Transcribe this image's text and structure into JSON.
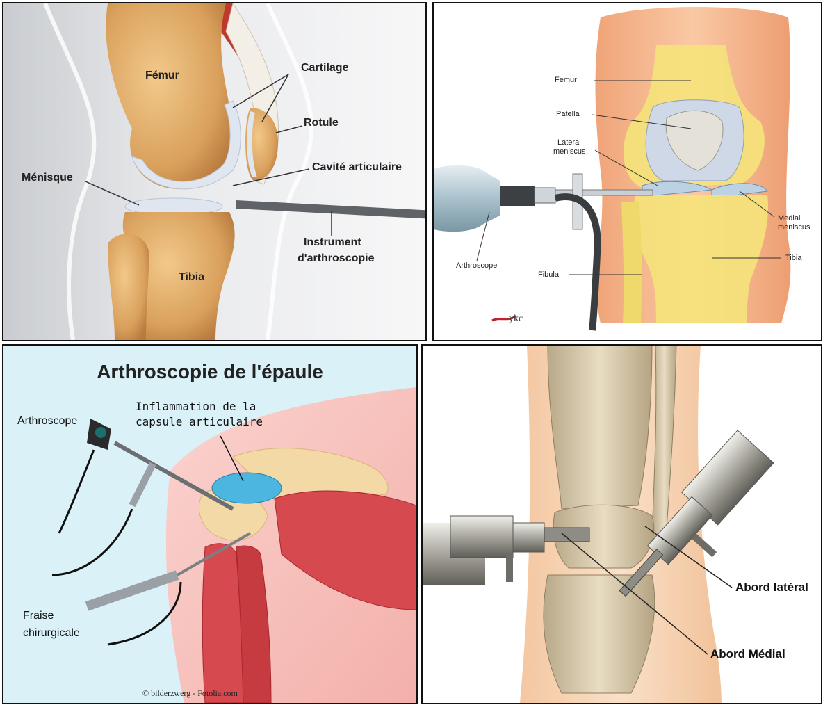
{
  "knee_fr": {
    "labels": {
      "femur": "Fémur",
      "cartilage": "Cartilage",
      "rotule": "Rotule",
      "cavite": "Cavité articulaire",
      "menisque": "Ménisque",
      "instrument_line1": "Instrument",
      "instrument_line2": "d'arthroscopie",
      "tibia": "Tibia"
    }
  },
  "knee_en": {
    "labels": {
      "femur": "Femur",
      "patella": "Patella",
      "lateral_line1": "Lateral",
      "lateral_line2": "meniscus",
      "medial_line1": "Medial",
      "medial_line2": "meniscus",
      "arthroscope": "Arthroscope",
      "fibula": "Fibula",
      "tibia": "Tibia",
      "logo": "ykc"
    }
  },
  "shoulder": {
    "title": "Arthroscopie de l'épaule",
    "labels": {
      "arthroscope": "Arthroscope",
      "inflammation_line1": "Inflammation de la",
      "inflammation_line2": "capsule articulaire",
      "fraise_line1": "Fraise",
      "fraise_line2": "chirurgicale"
    },
    "credit": "© bilderzwerg - Fotolia.com"
  },
  "ankle": {
    "labels": {
      "lateral": "Abord latéral",
      "medial": "Abord Médial"
    }
  }
}
